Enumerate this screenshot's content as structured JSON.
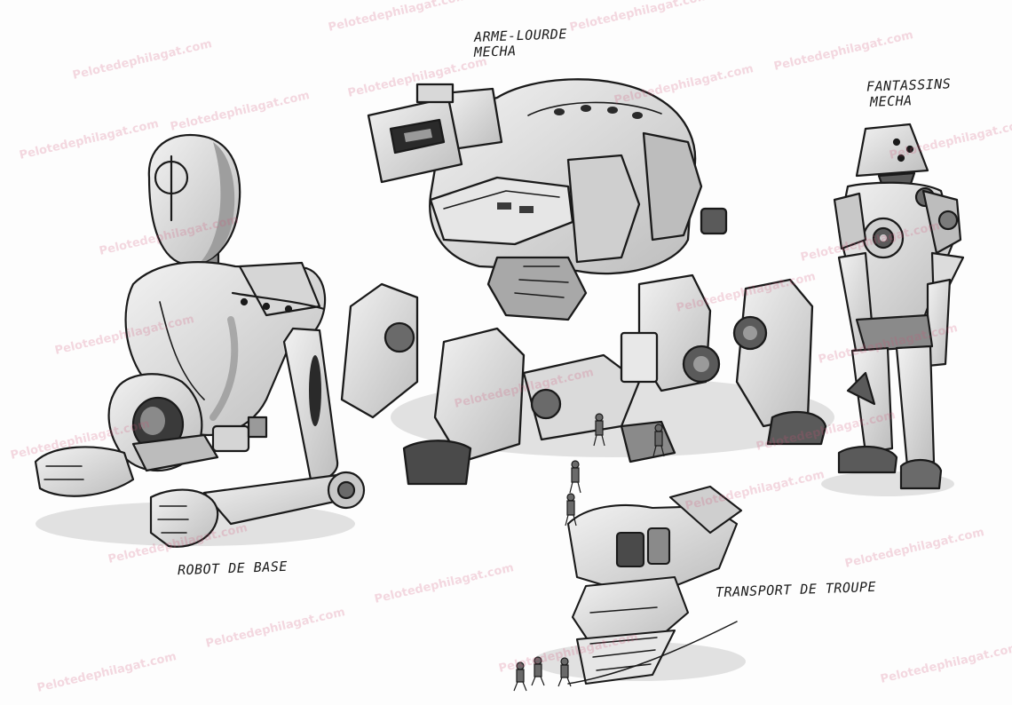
{
  "labels": {
    "heavy_mech_line1": "ARME-LOURDE",
    "heavy_mech_line2": "MECHA",
    "infantry_mech_line1": "FANTASSINS",
    "infantry_mech_line2": "MECHA",
    "basic_robot": "ROBOT DE BASE",
    "troop_transport": "TRANSPORT DE TROUPE"
  },
  "watermark": "Pelotedephilagat.com",
  "colors": {
    "ink": "#1a1a1a",
    "paper": "#fdfdfd",
    "shade_light": "#d9d9d9",
    "shade_mid": "#a8a8a8",
    "shade_dark": "#5a5a5a",
    "watermark": "#d25078"
  }
}
